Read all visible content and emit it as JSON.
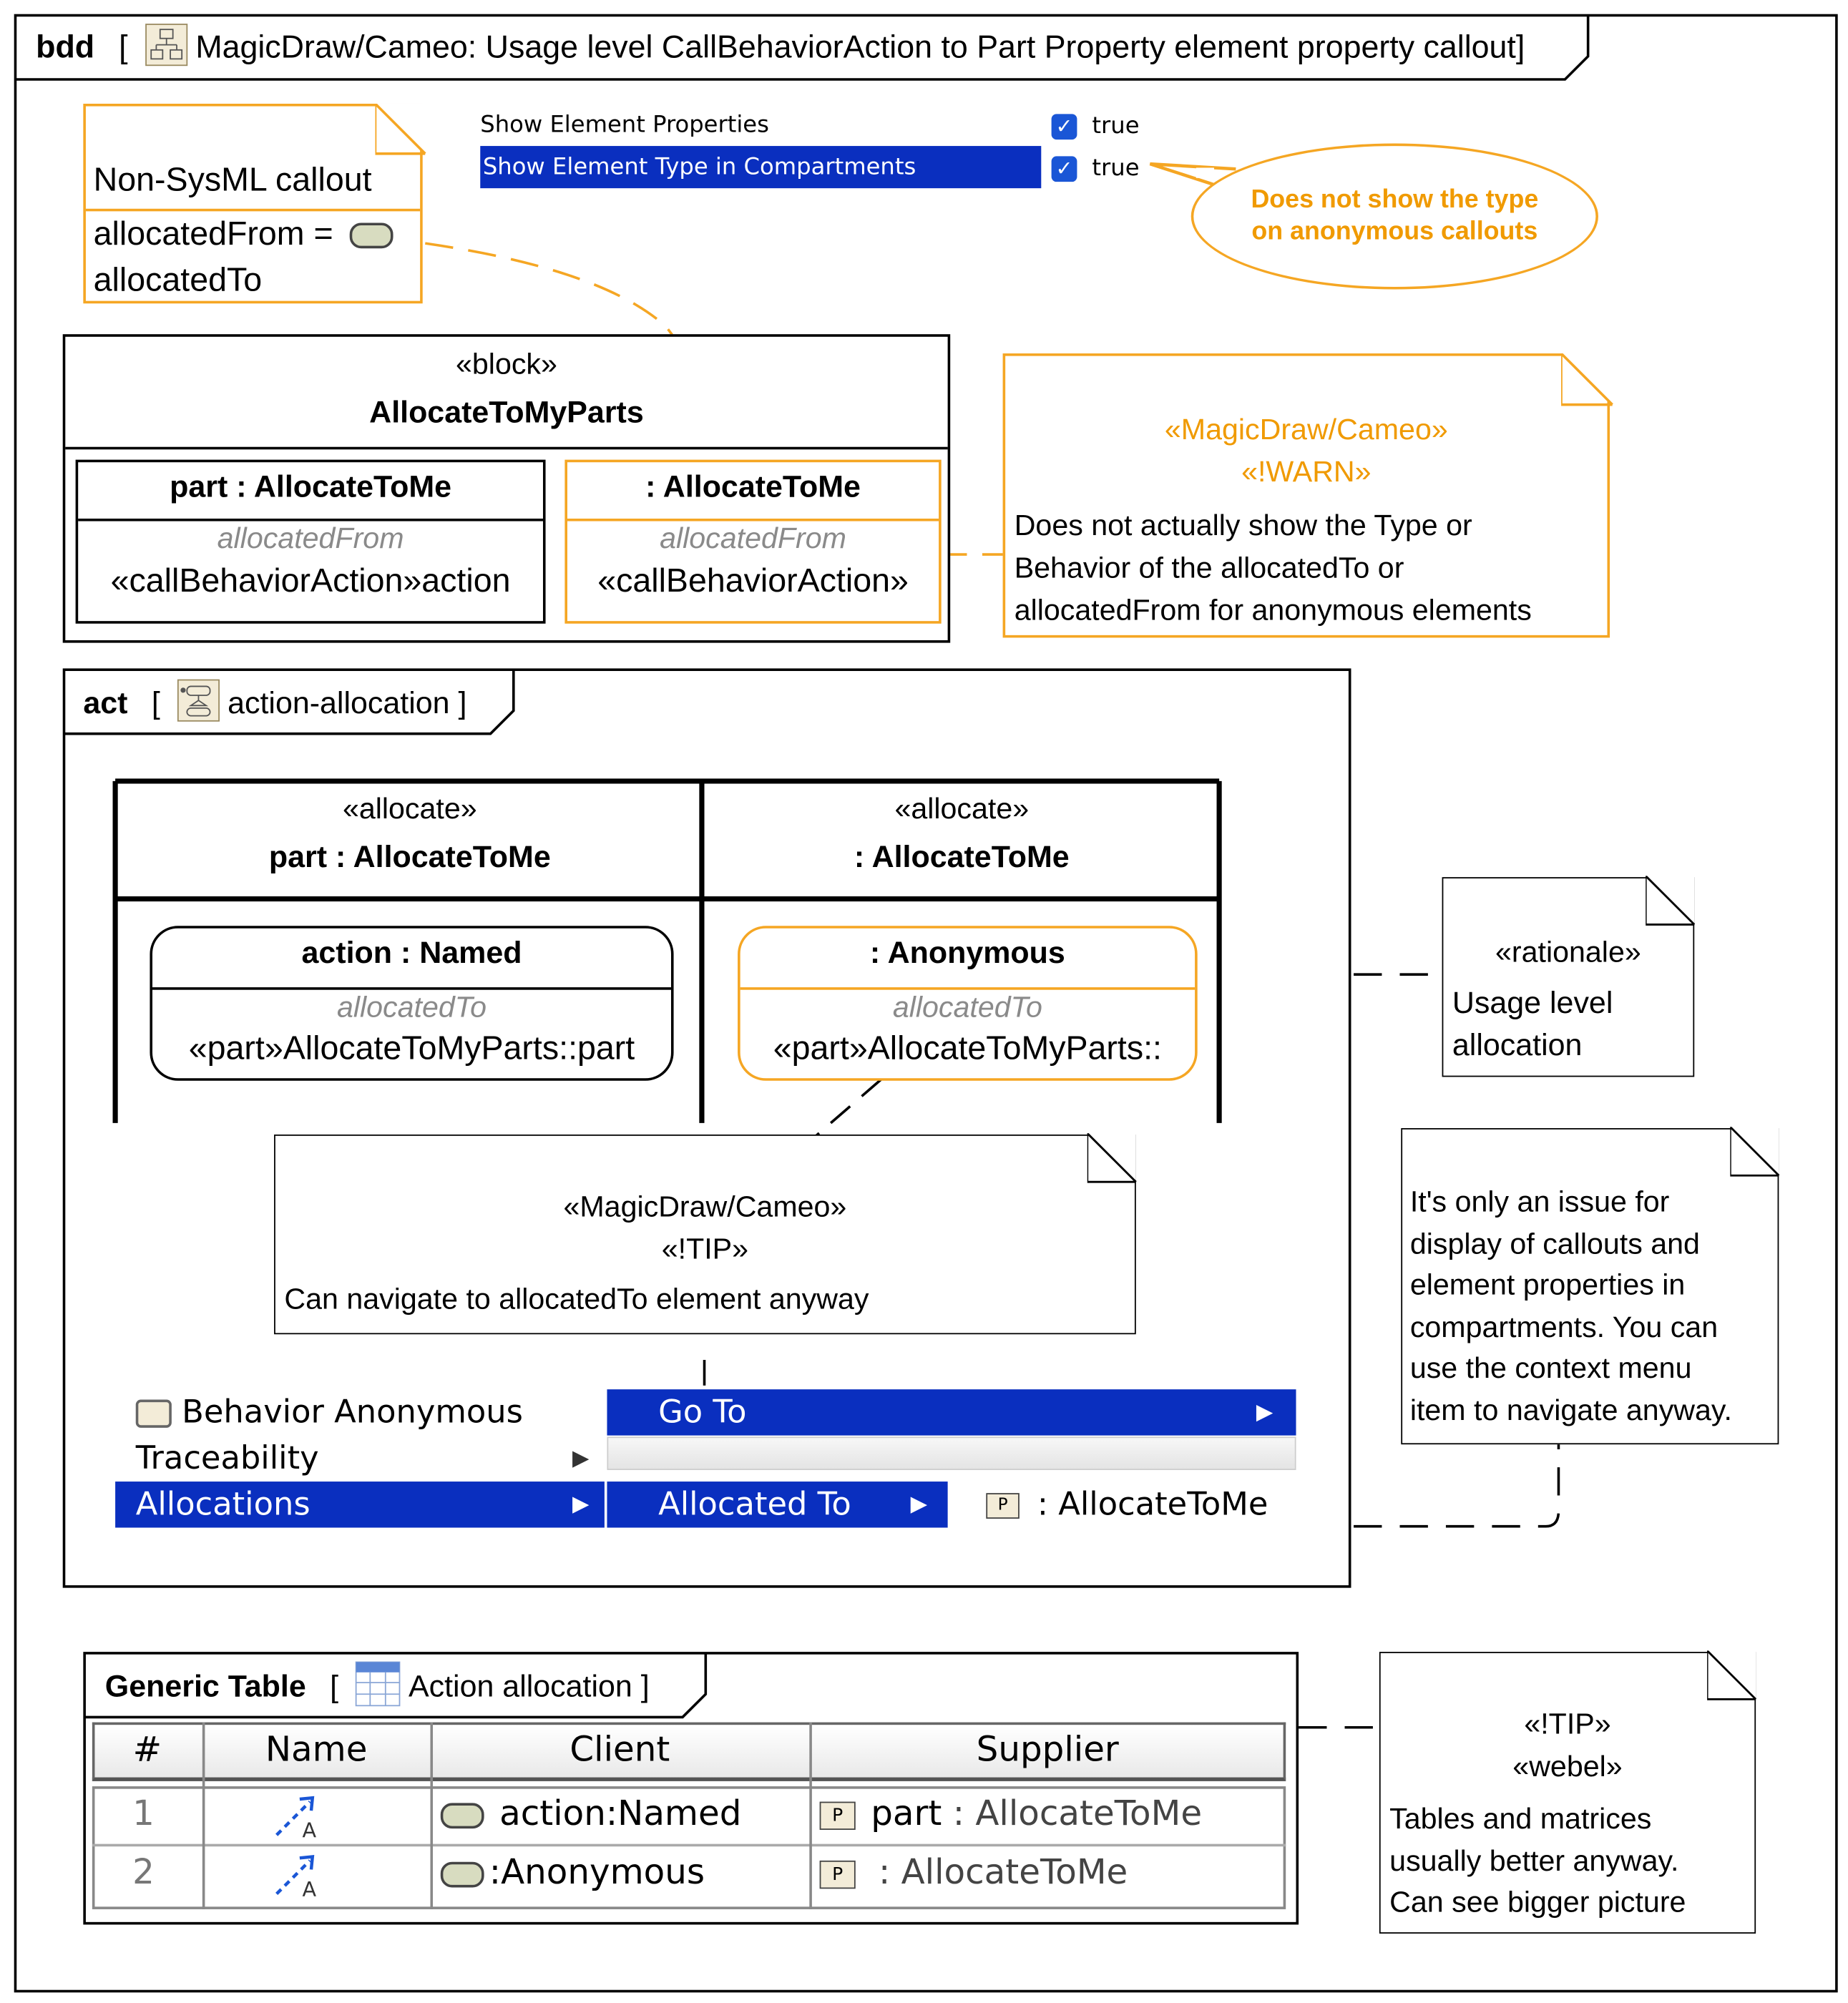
{
  "frame": {
    "kind": "bdd",
    "title": "MagicDraw/Cameo: Usage level CallBehaviorAction to Part Property element property callout"
  },
  "callout": {
    "title": "Non-SysML callout",
    "line1": "allocatedFrom =",
    "line2": "allocatedTo"
  },
  "properties": {
    "rows": [
      {
        "label": "Show Element Properties",
        "value": "true"
      },
      {
        "label": "Show Element Type in Compartments",
        "value": "true"
      }
    ]
  },
  "speech": {
    "line1": "Does not show the type",
    "line2": "on anonymous callouts"
  },
  "block": {
    "stereotype": "«block»",
    "name": "AllocateToMyParts",
    "parts": [
      {
        "title": "part : AllocateToMe",
        "compartment": "allocatedFrom",
        "value": "«callBehaviorAction»action"
      },
      {
        "title": ": AllocateToMe",
        "compartment": "allocatedFrom",
        "value": "«callBehaviorAction»"
      }
    ]
  },
  "warn_note": {
    "stereo1": "«MagicDraw/Cameo»",
    "stereo2": "«!WARN»",
    "lines": [
      "Does not actually show the Type or",
      "Behavior of the allocatedTo or",
      "allocatedFrom for anonymous elements"
    ]
  },
  "act": {
    "kind": "act",
    "title": "action-allocation ]",
    "lanes": [
      {
        "stereotype": "«allocate»",
        "name": "part : AllocateToMe"
      },
      {
        "stereotype": "«allocate»",
        "name": ": AllocateToMe"
      }
    ],
    "actions": [
      {
        "title": "action : Named",
        "compartment": "allocatedTo",
        "value": "«part»AllocateToMyParts::part"
      },
      {
        "title": ": Anonymous",
        "compartment": "allocatedTo",
        "value": "«part»AllocateToMyParts::"
      }
    ],
    "tip_note": {
      "stereo1": "«MagicDraw/Cameo»",
      "stereo2": "«!TIP»",
      "text": "Can navigate to allocatedTo element anyway"
    },
    "menu": {
      "behavior": "Behavior Anonymous",
      "traceability": "Traceability",
      "allocations": "Allocations",
      "goto": "Go To",
      "allocated_to": "Allocated To",
      "target": ": AllocateToMe"
    }
  },
  "rationale_note": {
    "stereo": "«rationale»",
    "lines": [
      "Usage level",
      "allocation"
    ]
  },
  "issue_note": {
    "lines": [
      "It's only an issue for",
      "display of callouts and",
      "element properties in",
      "compartments. You can",
      "use the context menu",
      "item to navigate anyway."
    ]
  },
  "table": {
    "kind": "Generic Table",
    "title": "Action allocation ]",
    "headers": [
      "#",
      "Name",
      "Client",
      "Supplier"
    ],
    "rows": [
      {
        "num": "1",
        "client": "action:Named",
        "supplier_a": "part",
        "supplier_b": ": AllocateToMe"
      },
      {
        "num": "2",
        "client": ":Anonymous",
        "supplier_a": "",
        "supplier_b": ": AllocateToMe"
      }
    ]
  },
  "tip2_note": {
    "stereo1": "«!TIP»",
    "stereo2": "«webel»",
    "lines": [
      "Tables and matrices",
      "usually better anyway.",
      "Can see bigger picture"
    ]
  },
  "colors": {
    "accent_orange": "#f5a623",
    "selection_blue": "#0a2fbf",
    "note_text_orange": "#f09a00"
  }
}
